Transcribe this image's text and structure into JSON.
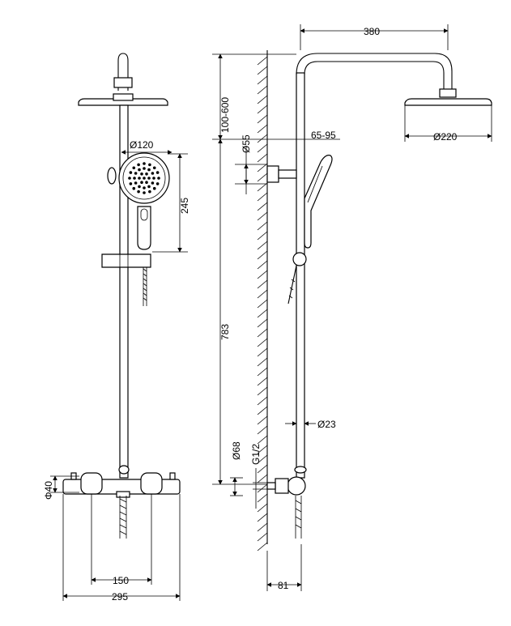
{
  "dimensions": {
    "arm_reach": "380",
    "height_range": "100-600",
    "wall_distance": "65-95",
    "small_diameter": "Ø55",
    "head_diameter_side": "Ø220",
    "hand_head_diameter": "Ø120",
    "hand_height": "245",
    "total_height": "783",
    "rail_diameter": "Ø23",
    "outlet_diameter": "Ø68",
    "thread": "G1/2",
    "mixer_diameter": "Φ40",
    "inlet_spacing": "150",
    "total_width": "295",
    "wall_depth": "81"
  }
}
